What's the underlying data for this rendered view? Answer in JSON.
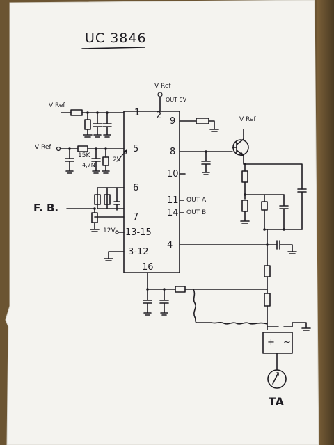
{
  "title": "UC 3846",
  "vref_labels": [
    "V Ref",
    "V Ref",
    "V Ref",
    "V Ref"
  ],
  "out_5v": "OUT 5V",
  "pins_left": [
    "1",
    "5",
    "6",
    "7",
    "13-15",
    "3-12",
    "16"
  ],
  "pins_right": [
    "2",
    "9",
    "8",
    "10",
    "11",
    "14",
    "4"
  ],
  "outputs": {
    "out_a": "OUT A",
    "out_b": "OUT B"
  },
  "components": {
    "r15k": "15K",
    "c47": "4,7N",
    "v2": "2V",
    "v12": "12V"
  },
  "fb_label": "F. B.",
  "supply_symbols": "+ ~",
  "ta_label": "TA"
}
